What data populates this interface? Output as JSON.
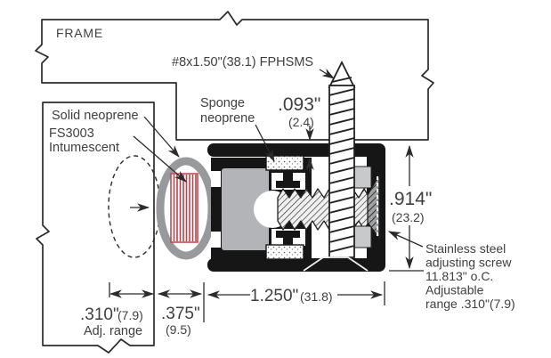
{
  "drawing": {
    "frame_label": "FRAME",
    "mounting_screw_spec": "#8x1.50\"(38.1) FPHSMS",
    "sponge_label": {
      "line1": "Sponge",
      "line2": "neoprene"
    },
    "solid_neoprene_label": "Solid neoprene",
    "intumescent_label": {
      "line1": "FS3003",
      "line2": "Intumescent"
    },
    "adjusting_screw_note": {
      "line1": "Stainless steel",
      "line2": "adjusting screw",
      "line3": "11.813\" o.C.",
      "line4": "Adjustable",
      "line5": "range .310\"(7.9)"
    },
    "dimensions": {
      "gap": {
        "inches": ".093\"",
        "mm": "(2.4)"
      },
      "height": {
        "inches": ".914\"",
        "mm": "(23.2)"
      },
      "width": {
        "inches": "1.250\"",
        "mm": "(31.8)"
      },
      "adj_range": {
        "inches": ".310\"",
        "mm": "(7.9)",
        "caption": "Adj. range"
      },
      "offset": {
        "inches": ".375\"",
        "mm": "(9.5)"
      }
    },
    "colors": {
      "line": "#2b2b2b",
      "text": "#3e3f41",
      "housing_black": "#161616",
      "bulb_gray": "#97999c",
      "insert_gray": "#b2b4b7",
      "block_gray": "#c7c9cb",
      "intumescent_red": "#b9444a"
    }
  }
}
